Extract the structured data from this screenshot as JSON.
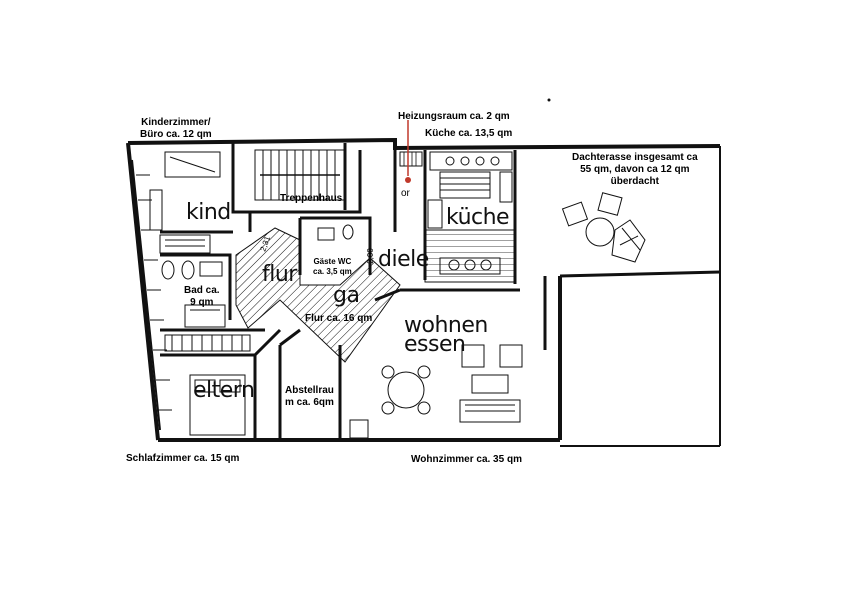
{
  "labels": {
    "kinderzimmer": [
      "Kinderzimmer/",
      "Büro ca. 12 qm"
    ],
    "heizungsraum": "Heizungsraum ca. 2 qm",
    "kueche": "Küche ca. 13,5 qm",
    "dachterasse": [
      "Dachterasse insgesamt ca",
      "55 qm, davon ca 12 qm",
      "überdacht"
    ],
    "treppenhaus": "Treppenhaus",
    "gaeste_wc": [
      "Gäste WC",
      "ca. 3,5 qm"
    ],
    "bad": [
      "Bad ca.",
      "9 qm"
    ],
    "flur": "Flur ca. 16 qm",
    "abstellraum": [
      "Abstellrau",
      "m ca. 6qm"
    ],
    "schlafzimmer": "Schlafzimmer ca. 15 qm",
    "wohnzimmer": "Wohnzimmer ca. 35 qm"
  },
  "handwritten": {
    "kind": "kind",
    "flur": "flur",
    "ga": "ga",
    "diele": "diele",
    "kueche": "küche",
    "wohnen": "wohnen",
    "essen": "essen",
    "eltern": "eltern",
    "or": "or",
    "dim_a": "2,31",
    "dim_b": "2,00"
  },
  "colors": {
    "line": "#111111",
    "arrow": "#c0392b",
    "background": "#ffffff"
  }
}
